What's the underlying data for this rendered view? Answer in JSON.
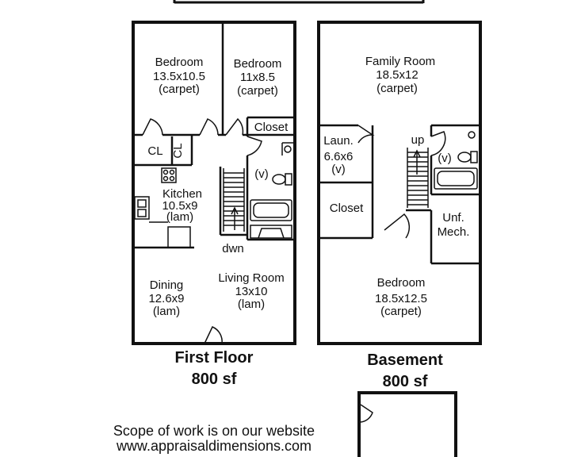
{
  "first_floor": {
    "title": "First Floor",
    "area": "800 sf",
    "rooms": {
      "bedroom1": {
        "name": "Bedroom",
        "size": "13.5x10.5",
        "finish": "(carpet)"
      },
      "bedroom2": {
        "name": "Bedroom",
        "size": "11x8.5",
        "finish": "(carpet)"
      },
      "closet": "Closet",
      "cl1": "CL",
      "cl2": "CL",
      "kitchen": {
        "name": "Kitchen",
        "size": "10.5x9",
        "finish": "(lam)"
      },
      "vent": "(v)",
      "stairs": "dwn",
      "dining": {
        "name": "Dining",
        "size": "12.6x9",
        "finish": "(lam)"
      },
      "living": {
        "name": "Living Room",
        "size": "13x10",
        "finish": "(lam)"
      }
    }
  },
  "basement": {
    "title": "Basement",
    "area": "800 sf",
    "rooms": {
      "family": {
        "name": "Family Room",
        "size": "18.5x12",
        "finish": "(carpet)"
      },
      "laundry": {
        "name": "Laun.",
        "size": "6.6x6",
        "finish": "(v)"
      },
      "stairs": "up",
      "vent": "(v)",
      "closet": "Closet",
      "mech": {
        "line1": "Unf.",
        "line2": "Mech."
      },
      "bedroom": {
        "name": "Bedroom",
        "size": "18.5x12.5",
        "finish": "(carpet)"
      }
    }
  },
  "footer": {
    "line1": "Scope of work is on our website",
    "line2": "www.appraisaldimensions.com"
  }
}
